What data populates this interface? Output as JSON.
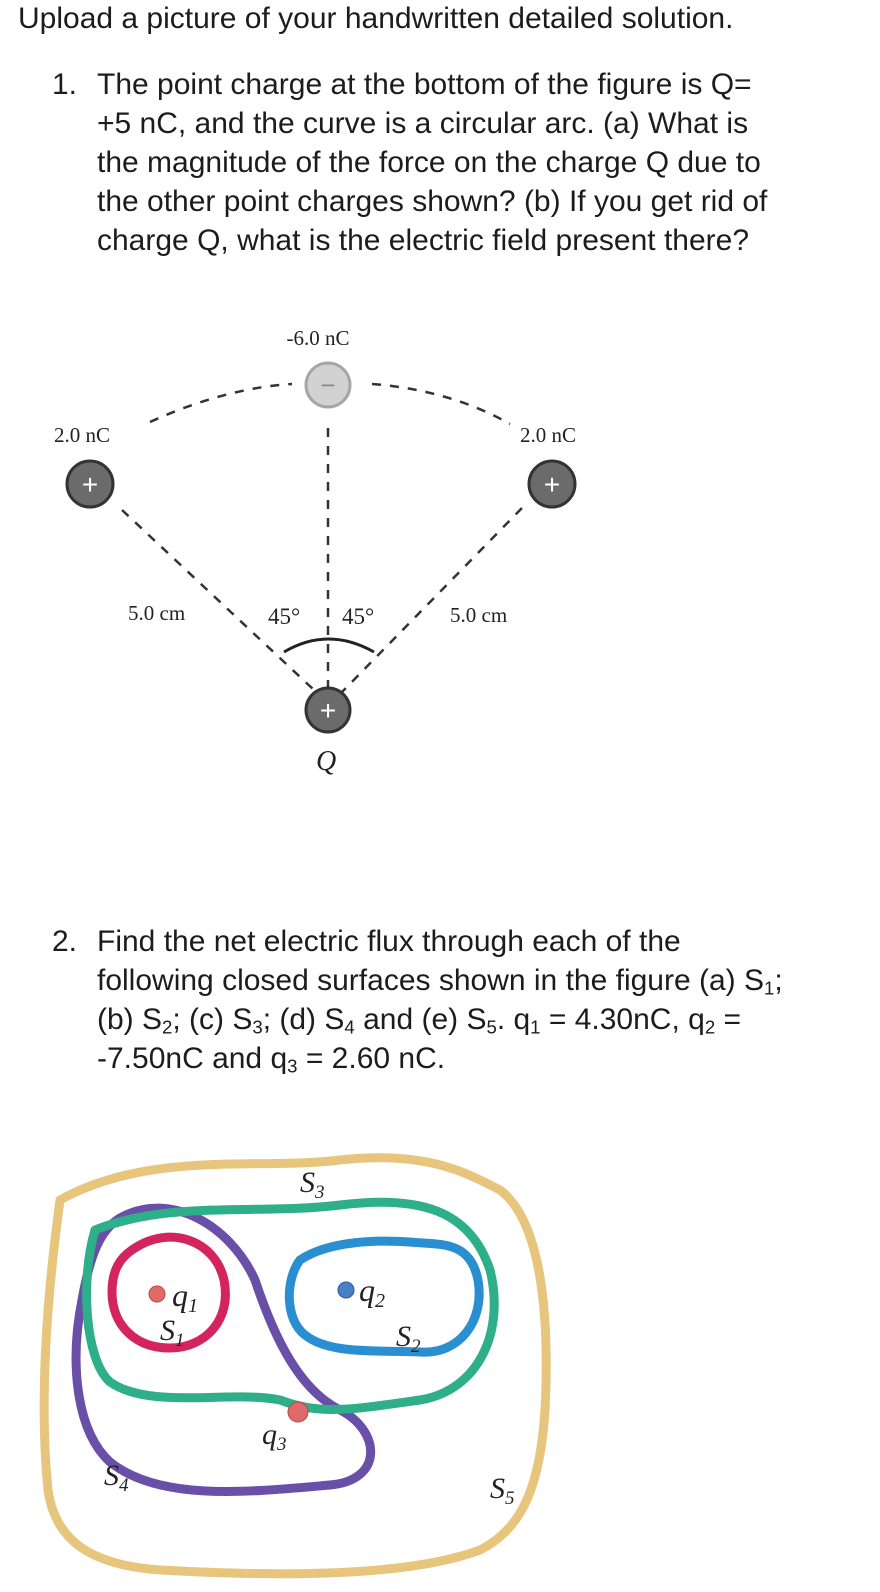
{
  "header": {
    "title": "Upload a picture of your handwritten detailed solution."
  },
  "questions": [
    {
      "number": "1.",
      "lines": [
        "The point charge at the bottom of the figure is Q=",
        "+5 nC, and the curve is a circular arc. (a) What is",
        "the magnitude of the force on the charge Q due to",
        "the other point charges shown? (b) If you get rid of",
        "charge Q, what is the electric field present there?"
      ]
    },
    {
      "number": "2.",
      "line1": "Find the net electric flux through each of the",
      "line2_a": "following closed surfaces shown in the figure (a) S",
      "line2_sub": "1",
      "line2_b": ";",
      "line3_a": "(b) S",
      "line3_sub1": "2",
      "line3_b": "; (c) S",
      "line3_sub2": "3",
      "line3_c": "; (d) S",
      "line3_sub3": "4",
      "line3_d": " and (e) S",
      "line3_sub4": "5",
      "line3_e": ". q",
      "line3_sub5": "1",
      "line3_f": " = 4.30nC, q",
      "line3_sub6": "2",
      "line3_g": " =",
      "line4_a": "-7.50nC and q",
      "line4_sub": "3",
      "line4_b": " = 2.60 nC."
    }
  ],
  "figure1": {
    "top_charge": "-6.0 nC",
    "left_charge": "2.0 nC",
    "right_charge": "2.0 nC",
    "left_distance": "5.0 cm",
    "right_distance": "5.0 cm",
    "left_angle": "45°",
    "right_angle": "45°",
    "bottom_label": "Q",
    "plus_sign": "+",
    "minus_sign": "−",
    "colors": {
      "positive": "#6b6b6b",
      "negative": "#cfcfcf"
    }
  },
  "figure2": {
    "s1": "S",
    "s1_sub": "1",
    "s2": "S",
    "s2_sub": "2",
    "s3": "S",
    "s3_sub": "3",
    "s4": "S",
    "s4_sub": "4",
    "s5": "S",
    "s5_sub": "5",
    "q1": "q",
    "q1_sub": "1",
    "q2": "q",
    "q2_sub": "2",
    "q3": "q",
    "q3_sub": "3",
    "colors": {
      "s1": "#d4245e",
      "s2": "#2a8fd0",
      "s3": "#2fae8a",
      "s4": "#6a4fa8",
      "s5": "#e8c57c",
      "q1": "#e06a6a",
      "q2": "#4a80c8",
      "q3": "#e06a6a"
    }
  }
}
